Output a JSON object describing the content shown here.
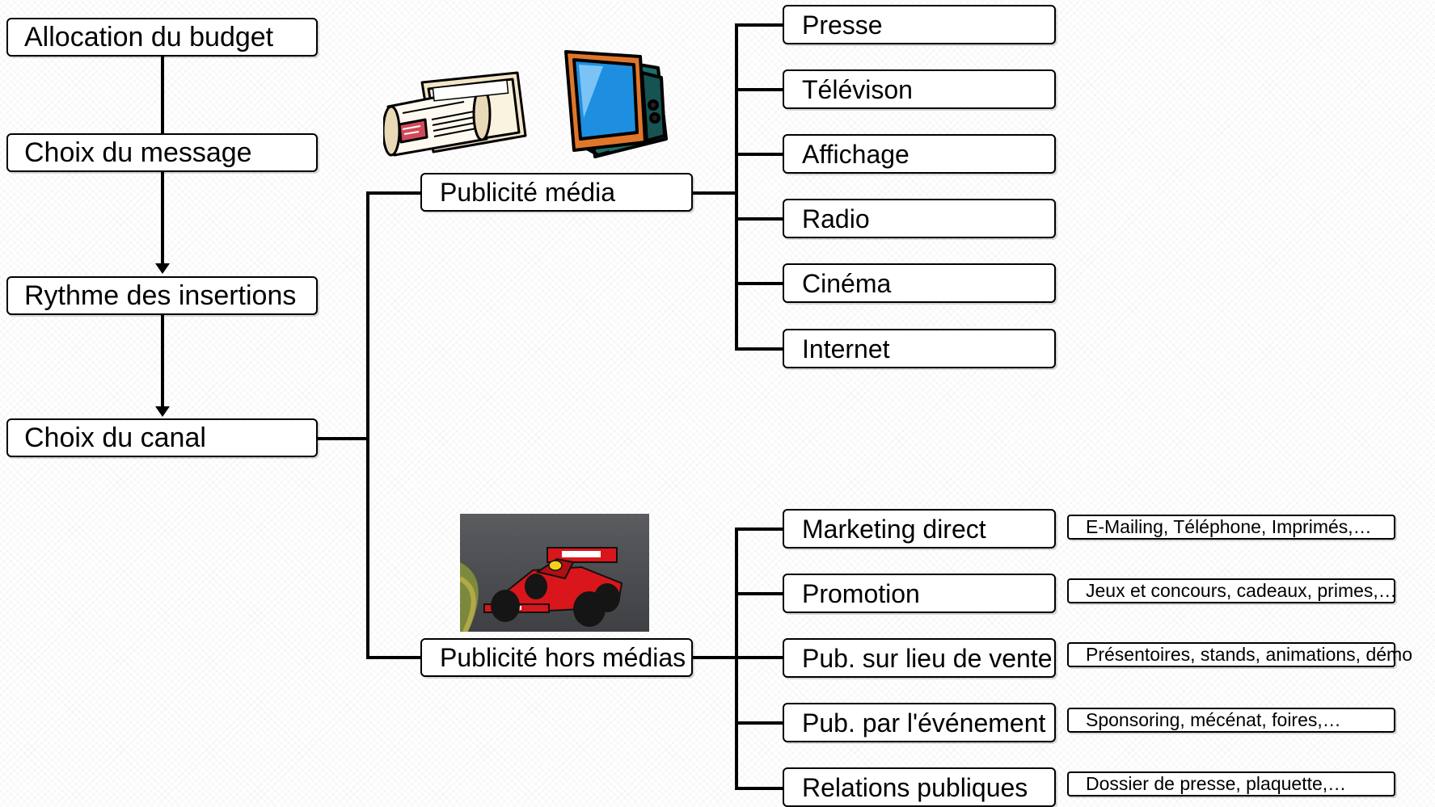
{
  "left_chain": [
    {
      "id": "allocation",
      "label": "Allocation du budget"
    },
    {
      "id": "message",
      "label": "Choix du message"
    },
    {
      "id": "rythme",
      "label": "Rythme des insertions"
    },
    {
      "id": "canal",
      "label": "Choix du canal"
    }
  ],
  "branches": {
    "media": {
      "label": "Publicité média",
      "items": [
        "Presse",
        "Télévison",
        "Affichage",
        "Radio",
        "Cinéma",
        "Internet"
      ]
    },
    "hors_media": {
      "label": "Publicité hors médias",
      "items": [
        {
          "label": "Marketing direct",
          "detail": "E-Mailing, Téléphone, Imprimés,…"
        },
        {
          "label": "Promotion",
          "detail": "Jeux et concours, cadeaux, primes,…"
        },
        {
          "label": "Pub. sur lieu de vente",
          "detail": "Présentoires, stands, animations, démo"
        },
        {
          "label": "Pub. par l'événement",
          "detail": "Sponsoring, mécénat, foires,…"
        },
        {
          "label": "Relations publiques",
          "detail": "Dossier de presse, plaquette,…"
        }
      ]
    }
  },
  "images": [
    "newspaper-clipart",
    "television-clipart",
    "race-car-photo"
  ],
  "colors": {
    "line": "#000000",
    "box_fill": "#ffffff",
    "car_red": "#d8161b",
    "tv_screen": "#1e8fe0",
    "tv_frame": "#e0762a"
  }
}
